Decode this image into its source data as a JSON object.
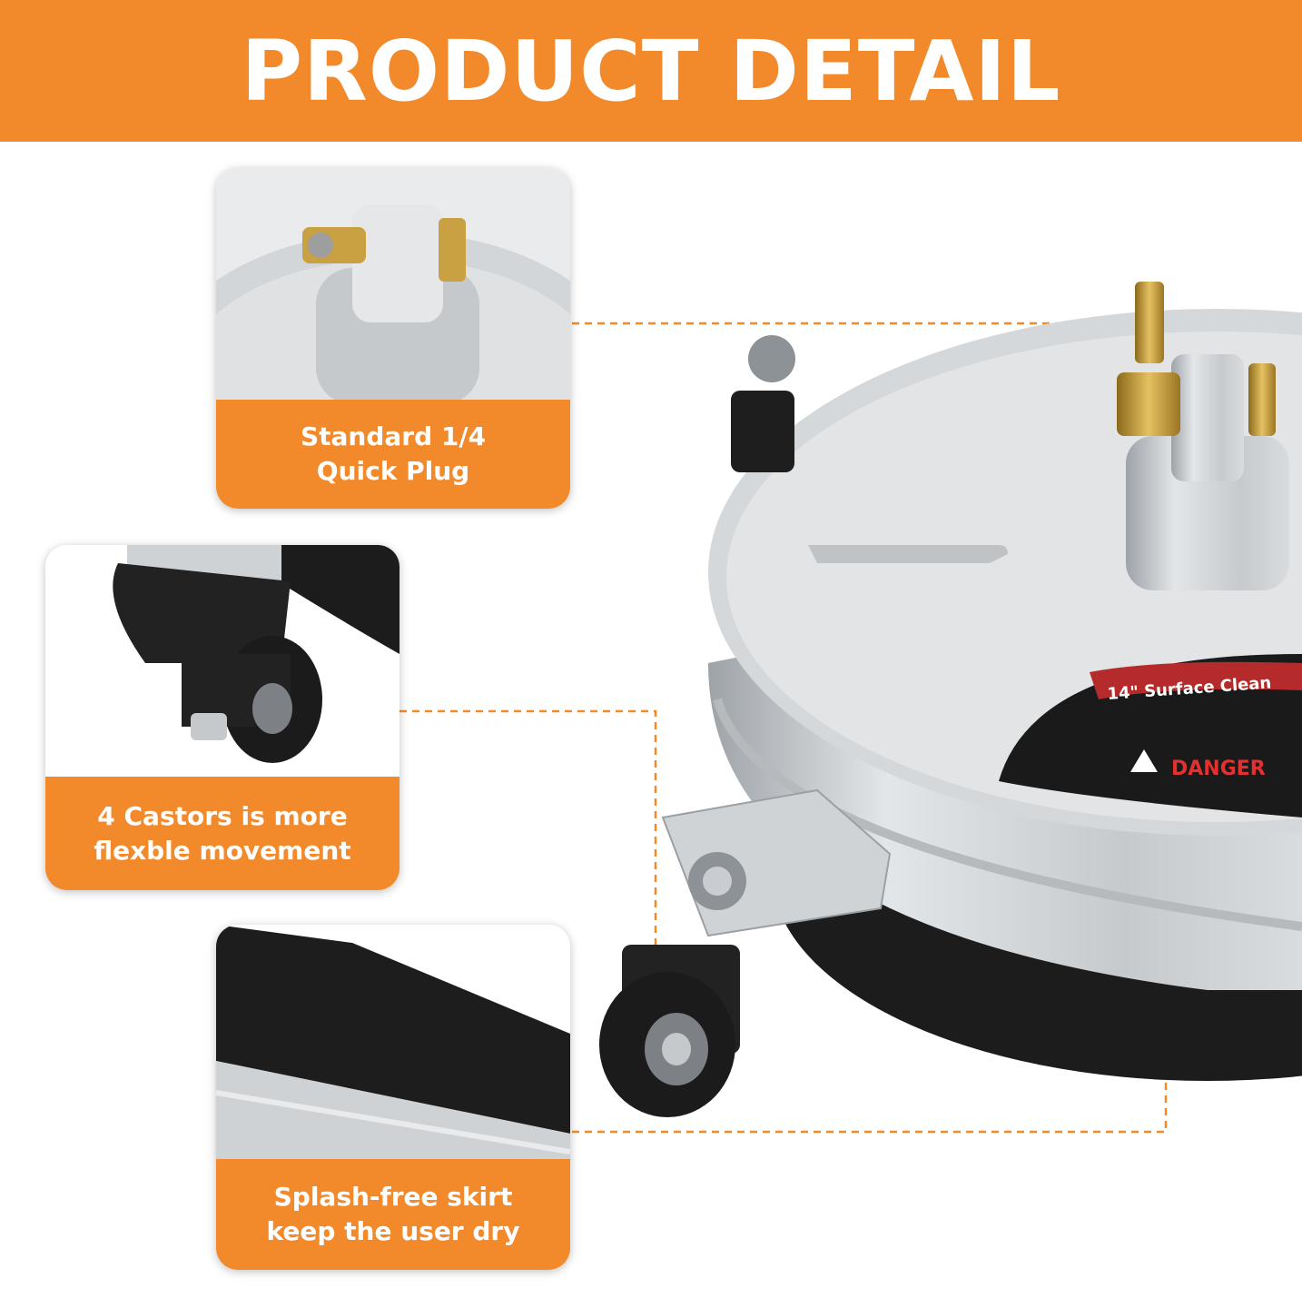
{
  "header": {
    "title": "PRODUCT DETAIL"
  },
  "colors": {
    "accent": "#f28a2c",
    "steel": "#c9cdd1",
    "brass": "#c9a042",
    "rubber": "#1e1e1e"
  },
  "cards": [
    {
      "label": "Standard 1/4\nQuick Plug",
      "image": "quick-plug-closeup"
    },
    {
      "label": "4 Castors is more\nflexble  movement",
      "image": "castor-wheel-closeup"
    },
    {
      "label": "Splash-free skirt\nkeep the user dry",
      "image": "brush-skirt-closeup"
    }
  ],
  "product": {
    "sticker_title": "14\" Surface Clean",
    "sticker_warning": "DANGER"
  }
}
